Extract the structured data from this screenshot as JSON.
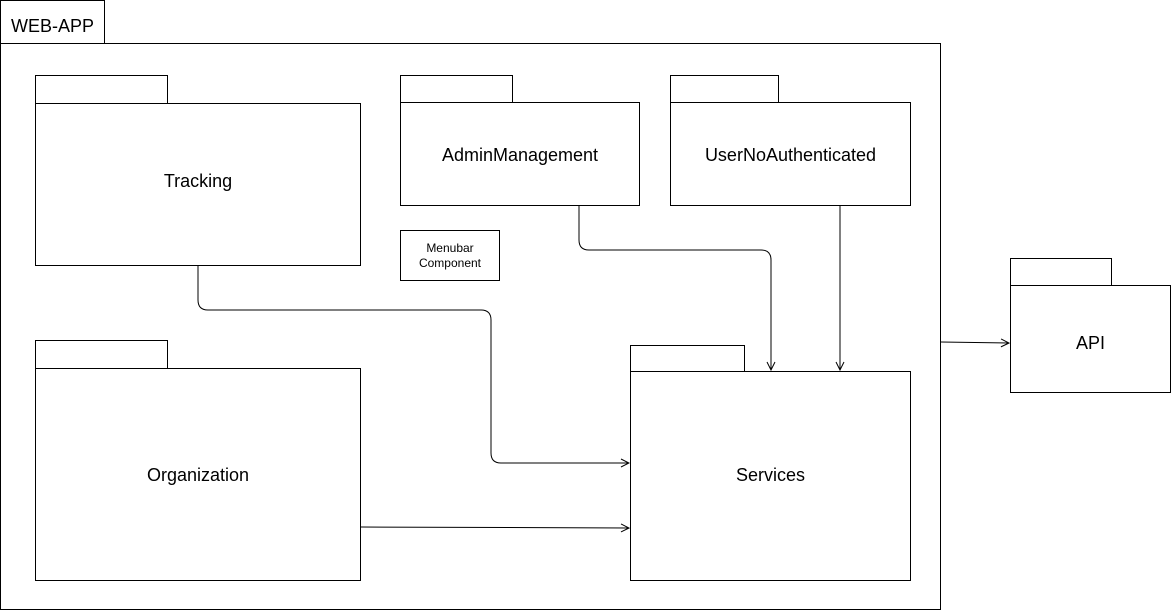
{
  "frame": {
    "title": "WEB-APP"
  },
  "packages": {
    "tracking": "Tracking",
    "admin": "AdminManagement",
    "user": "UserNoAuthenticated",
    "menubar": [
      "Menubar",
      "Component"
    ],
    "organization": "Organization",
    "services": "Services",
    "api": "API"
  },
  "colors": {
    "stroke": "#000000",
    "background": "#ffffff"
  }
}
